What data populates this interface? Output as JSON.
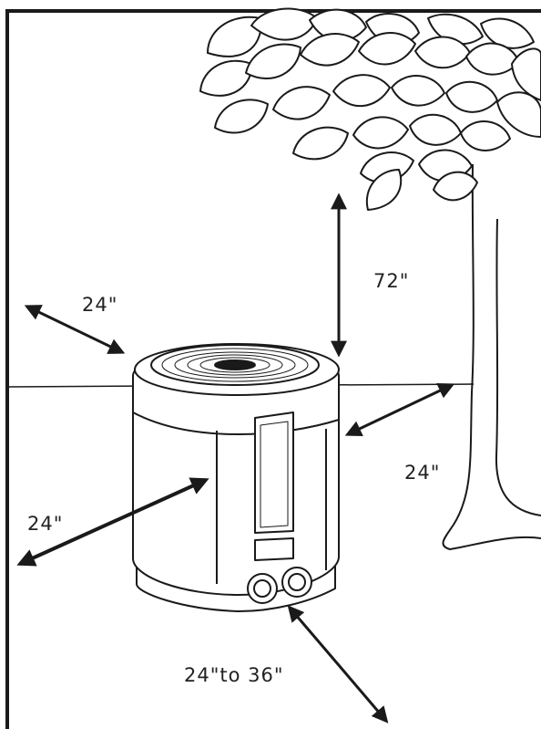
{
  "clearances": {
    "back_left": "24\"",
    "top": "72\"",
    "right": "24\"",
    "front_left": "24\"",
    "front": "24\"to 36\""
  },
  "colors": {
    "line": "#1a1a1a",
    "background": "#ffffff",
    "unit_body": "#ffffff"
  },
  "icons": {
    "tree": "tree-illustration",
    "unit": "heat-pump-unit",
    "arrows": "double-headed-arrow"
  }
}
